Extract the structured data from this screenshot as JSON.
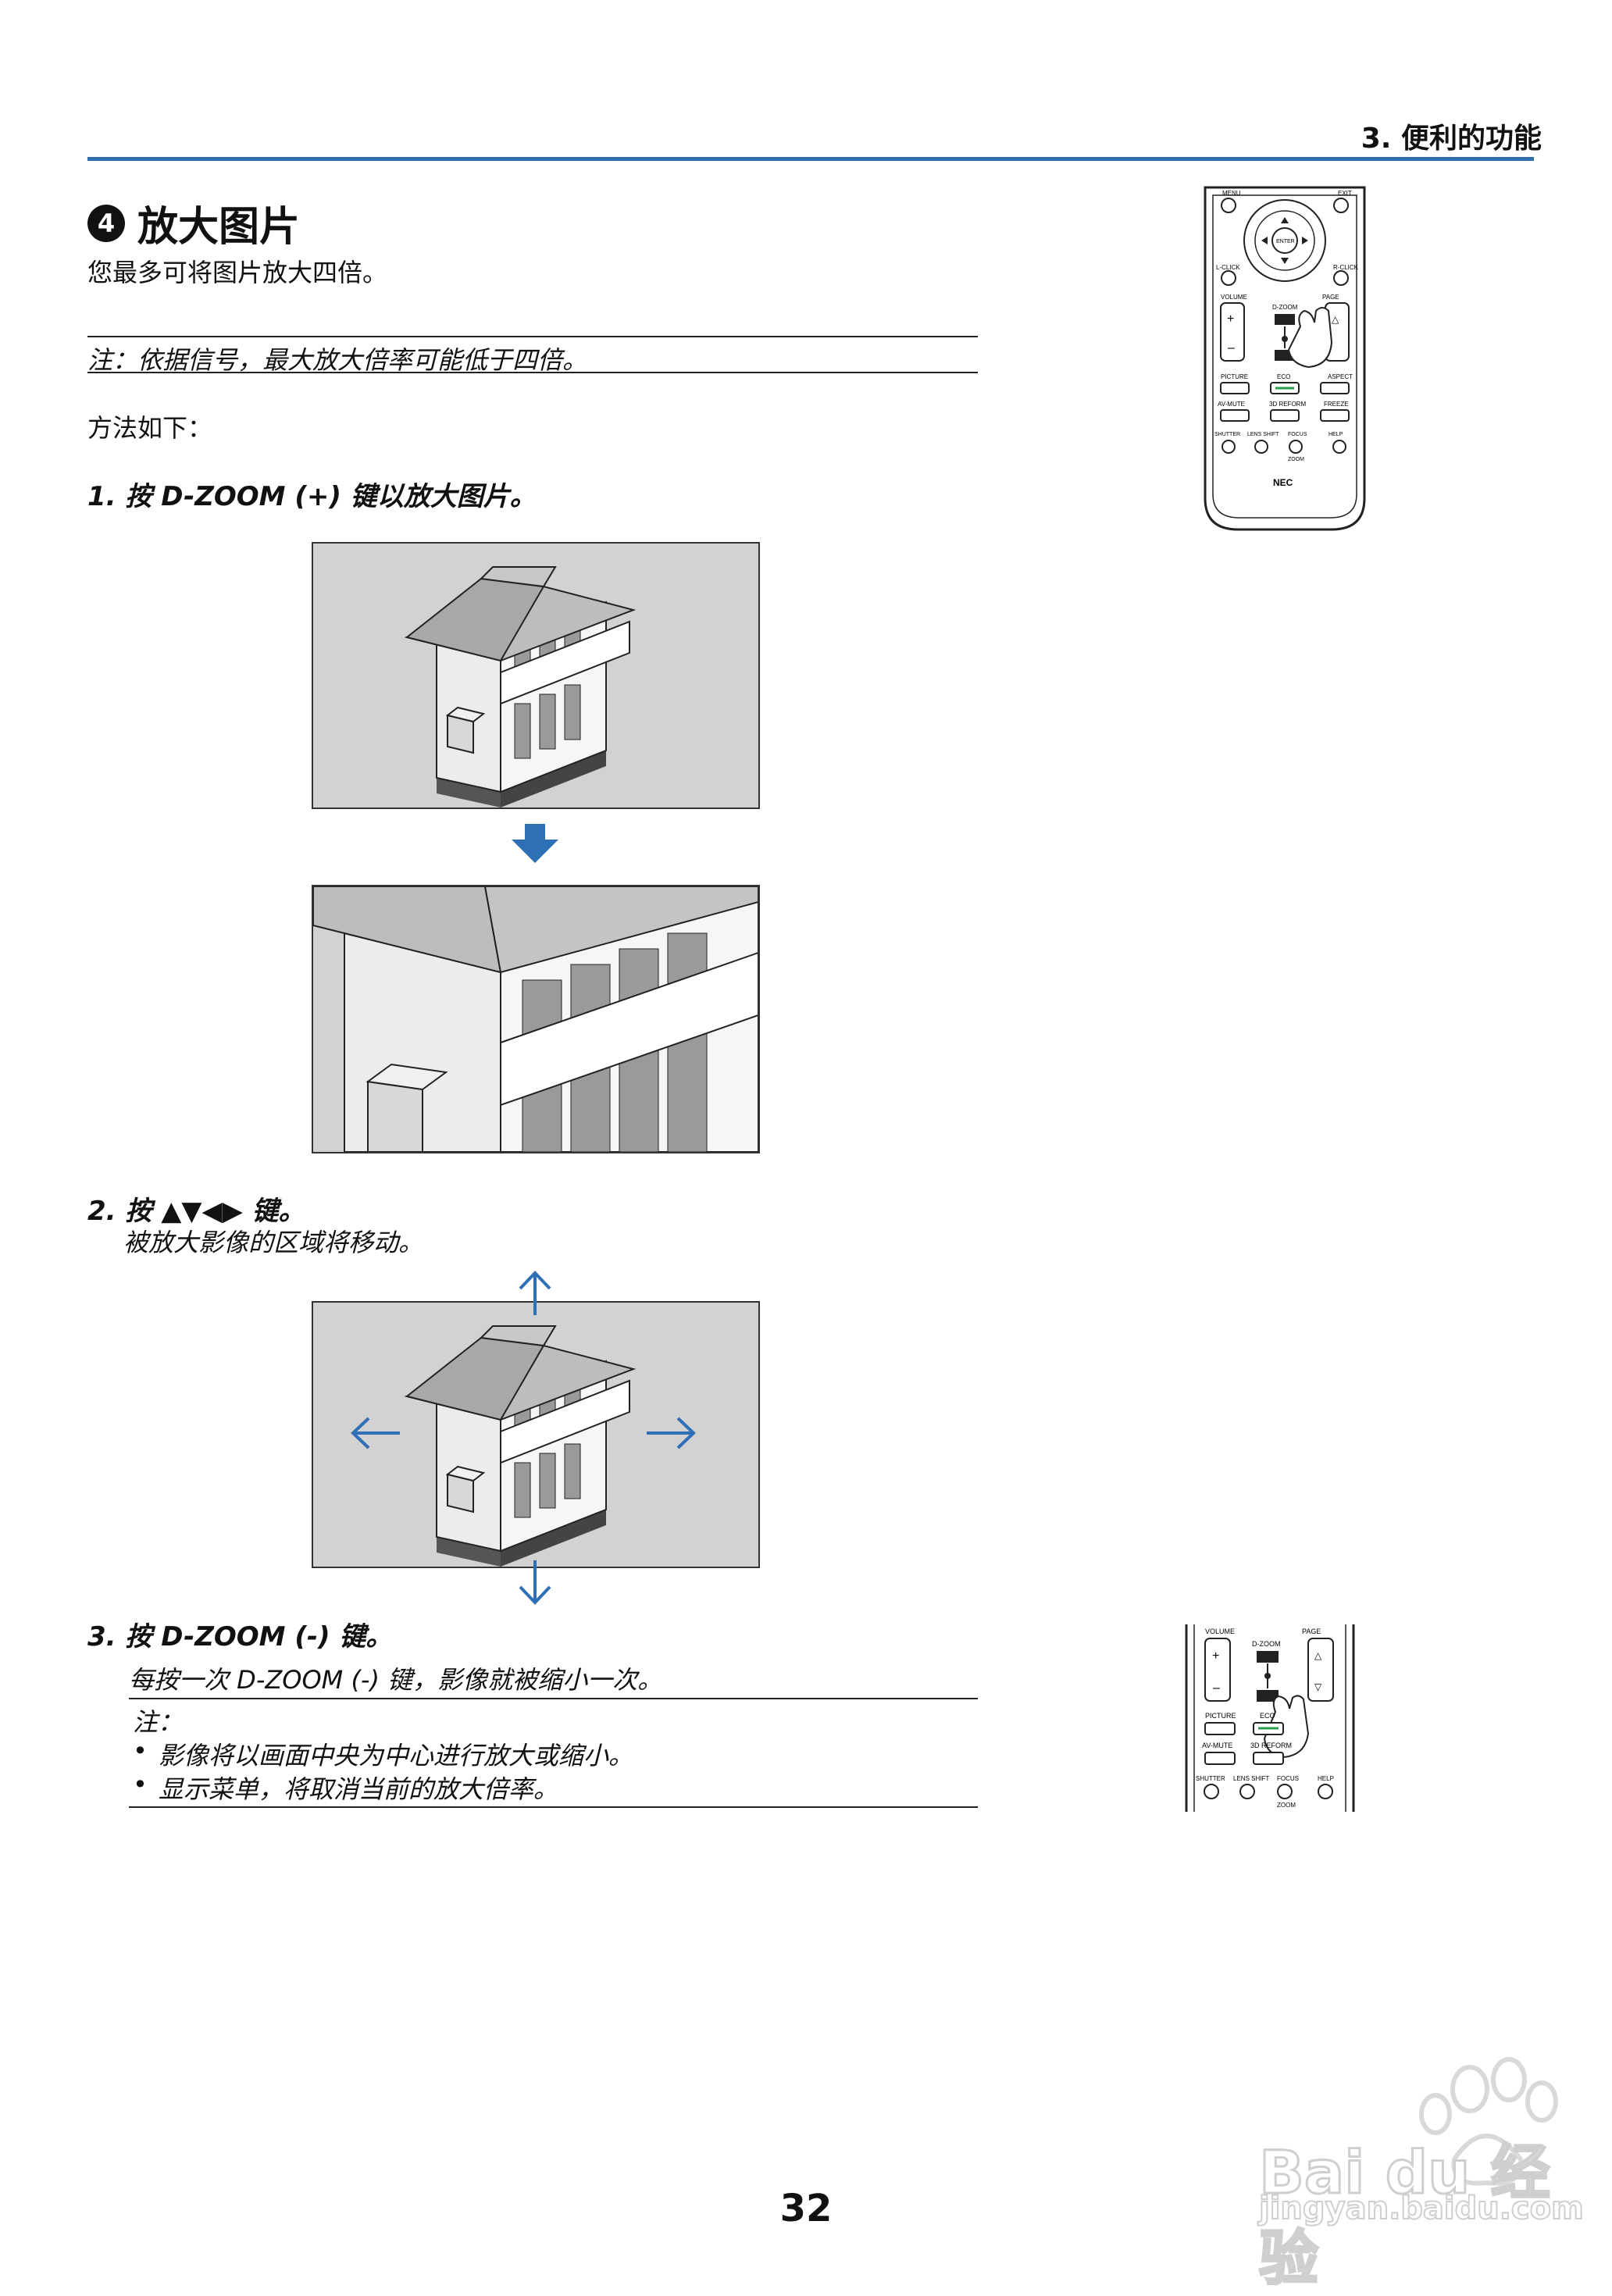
{
  "header": {
    "chapter": "3. 便利的功能"
  },
  "section": {
    "number": "4",
    "title": "放大图片",
    "intro": "您最多可将图片放大四倍。",
    "note": "注：依据信号，最大放大倍率可能低于四倍。",
    "method": "方法如下："
  },
  "steps": [
    {
      "title": "1. 按 D-ZOOM (+) 键以放大图片。"
    },
    {
      "title": "2. 按 ▲▼◀▶ 键。",
      "desc": "被放大影像的区域将移动。"
    },
    {
      "title": "3. 按 D-ZOOM (-) 键。",
      "desc": "每按一次 D-ZOOM (-) 键，影像就被缩小一次。"
    }
  ],
  "note2": {
    "label": "注：",
    "items": [
      "影像将以画面中央为中心进行放大或缩小。",
      "显示菜单，将取消当前的放大倍率。"
    ]
  },
  "remote_full": {
    "labels": [
      "MENU",
      "EXIT",
      "ENTER",
      "L-CLICK",
      "R-CLICK",
      "VOLUME",
      "D-ZOOM",
      "PAGE",
      "PICTURE",
      "ECO",
      "ASPECT",
      "AV-MUTE",
      "3D REFORM",
      "FREEZE",
      "SHUTTER",
      "LENS SHIFT",
      "FOCUS",
      "HELP",
      "ZOOM",
      "NEC"
    ]
  },
  "remote_small": {
    "labels": [
      "VOLUME",
      "PAGE",
      "D-ZOOM",
      "PICTURE",
      "ECO",
      "AV-MUTE",
      "3D REFORM",
      "SHUTTER",
      "LENS SHIFT",
      "FOCUS",
      "HELP",
      "ZOOM"
    ]
  },
  "page_number": "32",
  "watermark": {
    "brand": "Bai du 经验",
    "url": "jingyan.baidu.com"
  },
  "colors": {
    "accent": "#2d6fa8",
    "arrow_blue": "#2f6fb5",
    "image_bg": "#d2d2d2"
  }
}
